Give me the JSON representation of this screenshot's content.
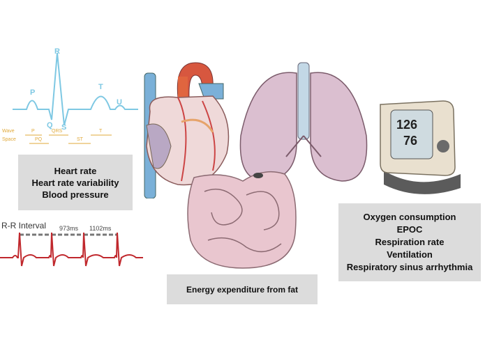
{
  "ecg": {
    "peak_labels": {
      "p": "P",
      "r": "R",
      "q": "Q",
      "s": "S",
      "t": "T",
      "u": "U"
    },
    "legend": {
      "wave": "Wave",
      "space": "Space",
      "p": "P",
      "qrs": "QRS",
      "t": "T",
      "pq": "PQ",
      "st": "ST"
    },
    "colors": {
      "trace": "#7ec8e3",
      "legend": "#e0a93a"
    }
  },
  "heart_box": {
    "lines": [
      "Heart rate",
      "Heart rate variability",
      "Blood pressure"
    ]
  },
  "rr": {
    "title": "R-R Interval",
    "interval_1": "973ms",
    "interval_2": "1102ms",
    "colors": {
      "trace": "#c0282d"
    }
  },
  "fat_box": {
    "label": "Energy expenditure from fat"
  },
  "lung_box": {
    "lines": [
      "Oxygen consumption",
      "EPOC",
      "Respiration rate",
      "Ventilation",
      "Respiratory sinus arrhythmia"
    ]
  },
  "monitor": {
    "display_top": "126",
    "display_bottom": "76"
  },
  "icons": [
    "heart-icon",
    "lungs-icon",
    "intestines-icon",
    "blood-pressure-monitor-icon"
  ]
}
